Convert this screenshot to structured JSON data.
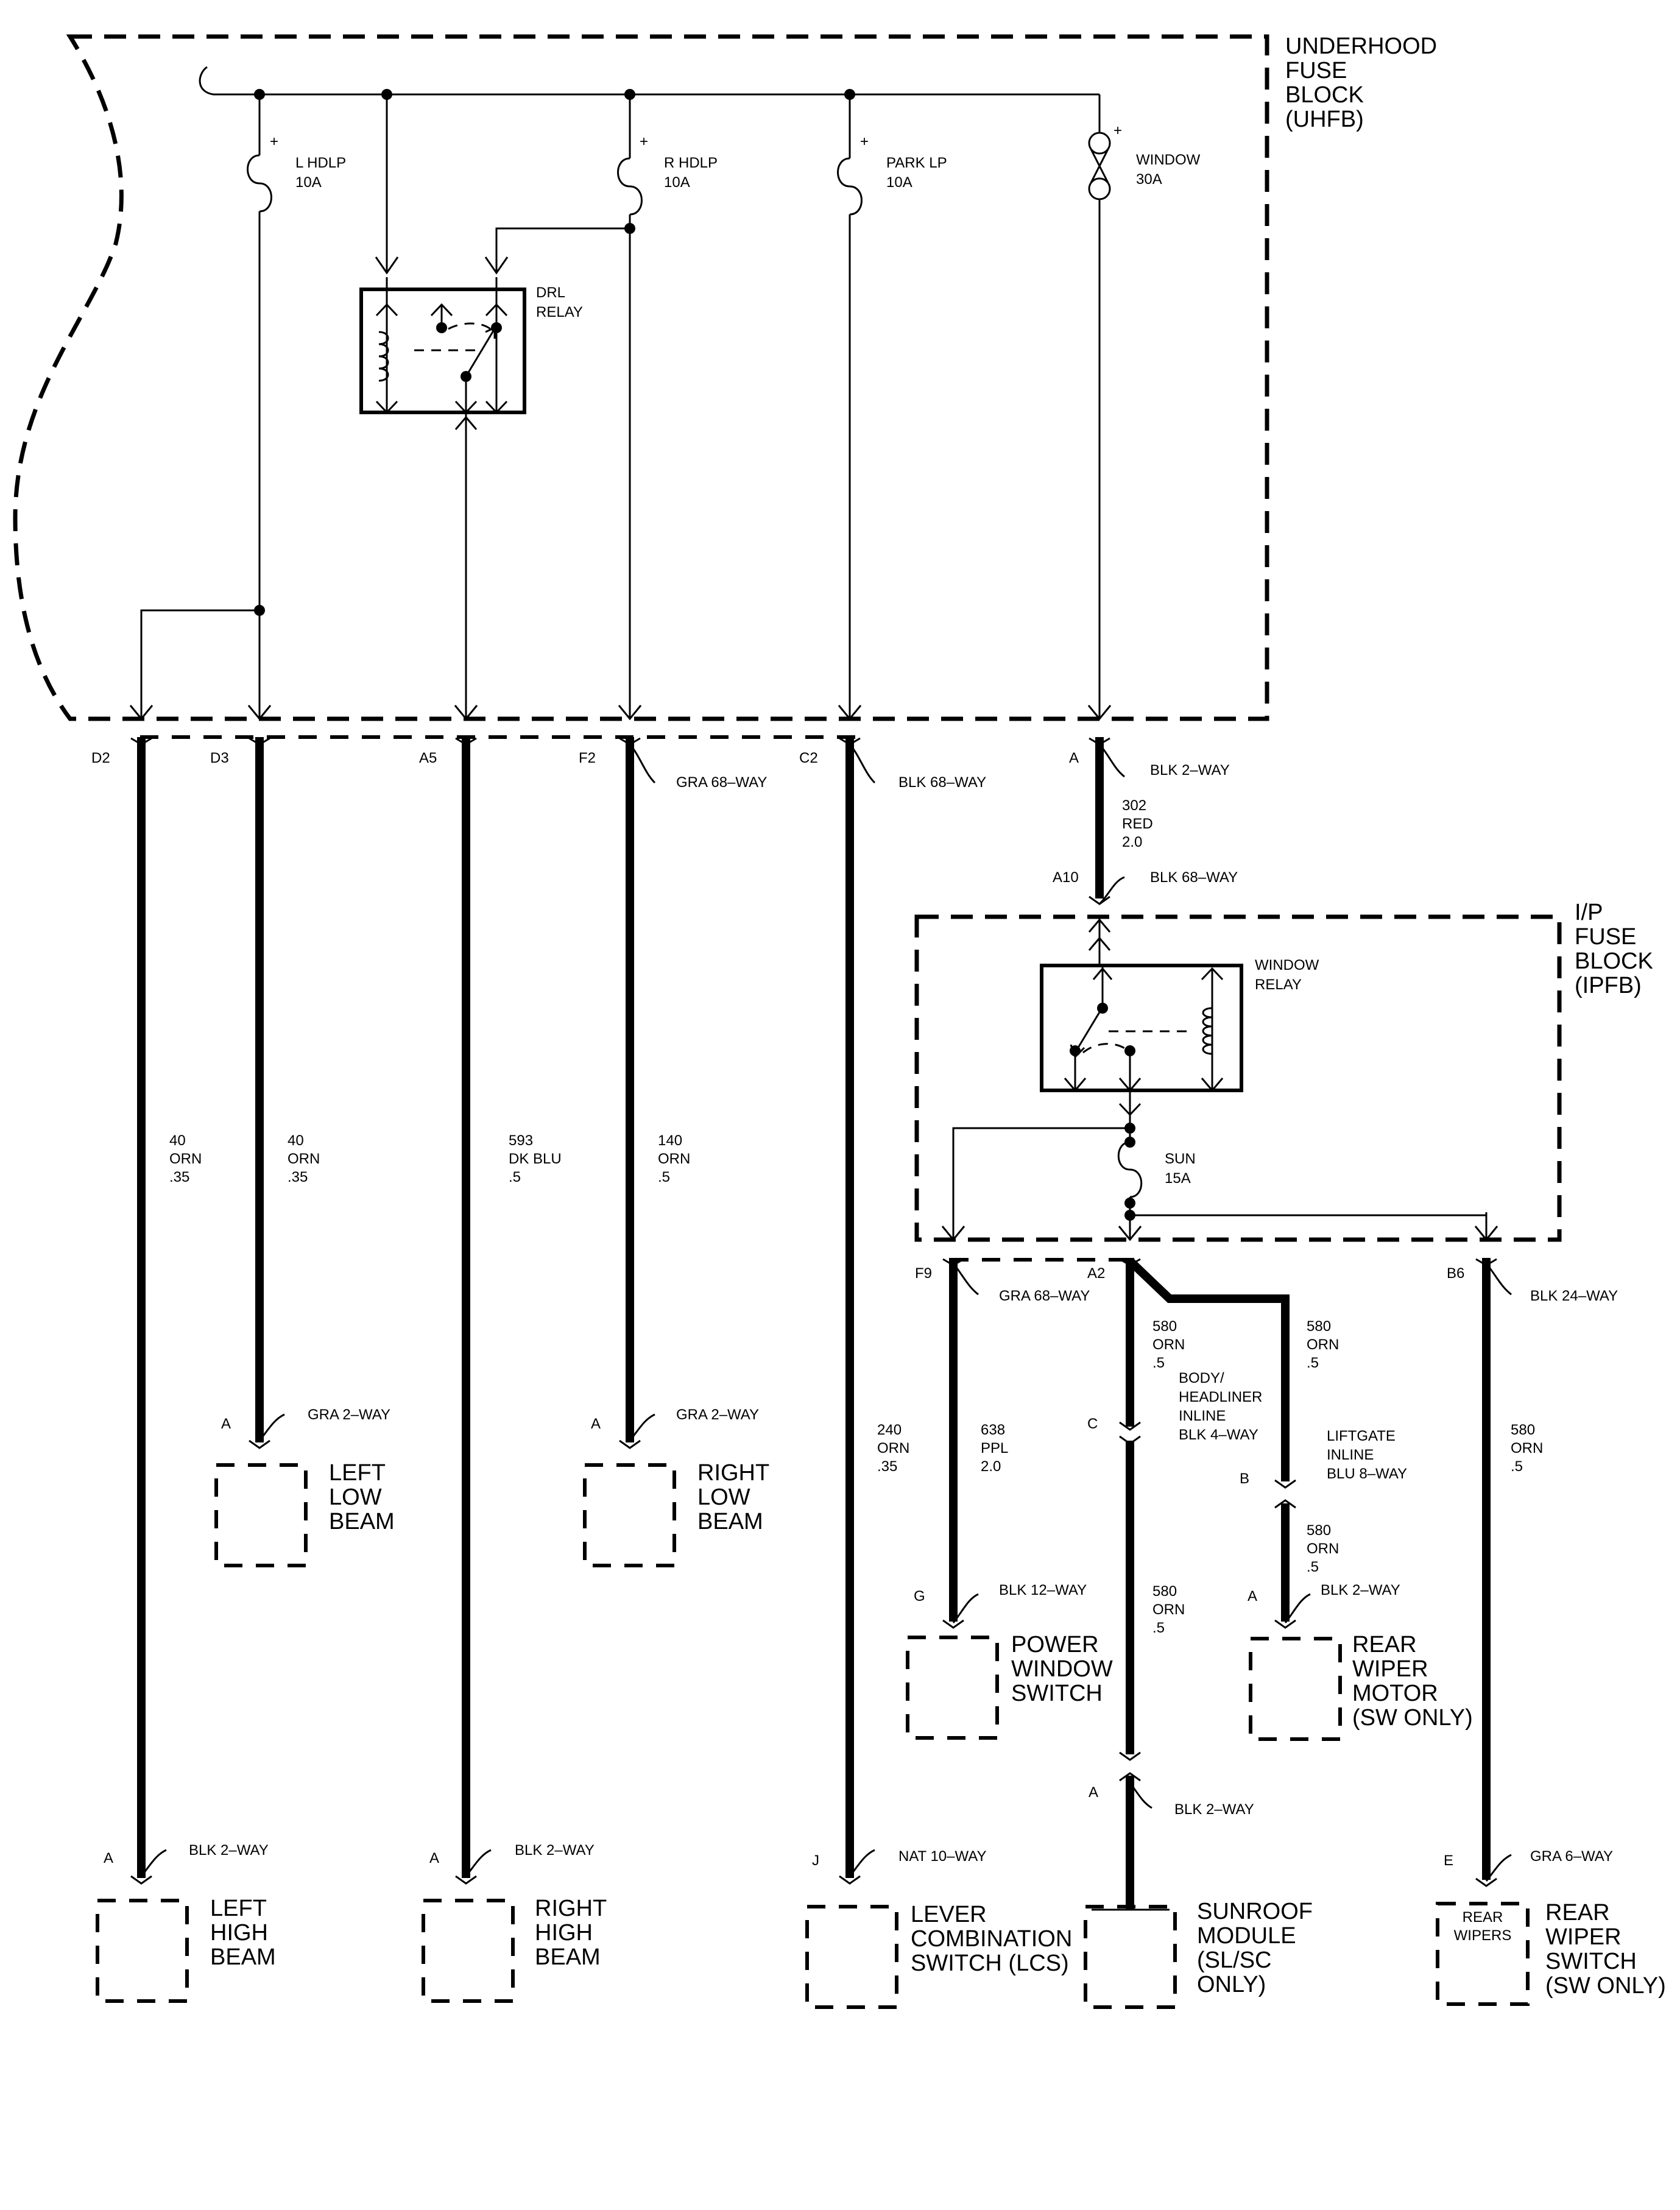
{
  "uhfb_label": [
    "UNDERHOOD",
    "FUSE",
    "BLOCK",
    "(UHFB)"
  ],
  "ipfb_label": [
    "I/P",
    "FUSE",
    "BLOCK",
    "(IPFB)"
  ],
  "fuses": {
    "l_hdlp": [
      "L HDLP",
      "10A"
    ],
    "r_hdlp": [
      "R HDLP",
      "10A"
    ],
    "park_lp": [
      "PARK LP",
      "10A"
    ],
    "window": [
      "WINDOW",
      "30A"
    ],
    "sun": [
      "SUN",
      "15A"
    ]
  },
  "plus_sign": "+",
  "drl_relay": [
    "DRL",
    "RELAY"
  ],
  "window_relay": [
    "WINDOW",
    "RELAY"
  ],
  "connectors": {
    "d2": "D2",
    "d3": "D3",
    "a5": "A5",
    "f2": "F2",
    "f2_name": "GRA 68–WAY",
    "c2": "C2",
    "c2_name": "BLK 68–WAY",
    "a_uhfb": "A",
    "a_uhfb_name": "BLK 2–WAY",
    "a10": "A10",
    "a10_name": "BLK 68–WAY",
    "f9": "F9",
    "f9_name": "GRA 68–WAY",
    "a2": "A2",
    "b6": "B6",
    "b6_name": "BLK 24–WAY",
    "c_inline": "C",
    "c_inline_name": [
      "BODY/",
      "HEADLINER",
      "INLINE",
      "BLK 4–WAY"
    ],
    "b_inline": "B",
    "b_inline_name": [
      "LIFTGATE",
      "INLINE",
      "BLU 8–WAY"
    ],
    "llb_pin": "A",
    "llb_name": "GRA 2–WAY",
    "rlb_pin": "A",
    "rlb_name": "GRA 2–WAY",
    "lhb_pin": "A",
    "lhb_name": "BLK 2–WAY",
    "rhb_pin": "A",
    "rhb_name": "BLK 2–WAY",
    "lcs_pin": "J",
    "lcs_name": "NAT 10–WAY",
    "pws_pin": "G",
    "pws_name": "BLK 12–WAY",
    "rwm_pin": "A",
    "rwm_name": "BLK 2–WAY",
    "sunroof_pin": "A",
    "sunroof_name": "BLK 2–WAY",
    "rws_pin": "E",
    "rws_name": "GRA 6–WAY"
  },
  "wires": {
    "w_d2": [
      "40",
      "ORN",
      ".35"
    ],
    "w_d3": [
      "40",
      "ORN",
      ".35"
    ],
    "w_a5": [
      "593",
      "DK BLU",
      ".5"
    ],
    "w_f2": [
      "140",
      "ORN",
      ".5"
    ],
    "w_302": [
      "302",
      "RED",
      "2.0"
    ],
    "w_240": [
      "240",
      "ORN",
      ".35"
    ],
    "w_638": [
      "638",
      "PPL",
      "2.0"
    ],
    "w_580a": [
      "580",
      "ORN",
      ".5"
    ],
    "w_580b": [
      "580",
      "ORN",
      ".5"
    ],
    "w_580c": [
      "580",
      "ORN",
      ".5"
    ],
    "w_580d": [
      "580",
      "ORN",
      ".5"
    ],
    "w_580e": [
      "580",
      "ORN",
      ".5"
    ]
  },
  "components": {
    "left_low_beam": [
      "LEFT",
      "LOW",
      "BEAM"
    ],
    "right_low_beam": [
      "RIGHT",
      "LOW",
      "BEAM"
    ],
    "left_high_beam": [
      "LEFT",
      "HIGH",
      "BEAM"
    ],
    "right_high_beam": [
      "RIGHT",
      "HIGH",
      "BEAM"
    ],
    "lcs": [
      "LEVER",
      "COMBINATION",
      "SWITCH (LCS)"
    ],
    "sunroof": [
      "SUNROOF",
      "MODULE",
      "(SL/SC",
      "ONLY)"
    ],
    "power_window": [
      "POWER",
      "WINDOW",
      "SWITCH"
    ],
    "rear_wiper_motor": [
      "REAR",
      "WIPER",
      "MOTOR",
      "(SW ONLY)"
    ],
    "rear_wiper_switch": [
      "REAR",
      "WIPER",
      "SWITCH",
      "(SW ONLY)"
    ],
    "rear_wipers_inner": [
      "REAR",
      "WIPERS"
    ]
  }
}
